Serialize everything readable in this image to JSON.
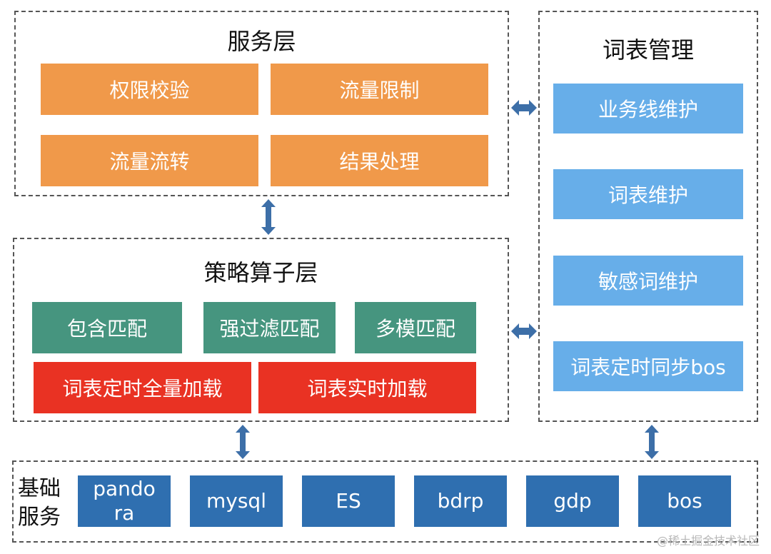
{
  "service_layer": {
    "title": "服务层",
    "items": [
      "权限校验",
      "流量限制",
      "流量流转",
      "结果处理"
    ]
  },
  "strategy_layer": {
    "title": "策略算子层",
    "match_items": [
      "包含匹配",
      "强过滤匹配",
      "多模匹配"
    ],
    "load_items": [
      "词表定时全量加载",
      "词表实时加载"
    ]
  },
  "vocab_mgmt": {
    "title": "词表管理",
    "items": [
      "业务线维护",
      "词表维护",
      "敏感词维护",
      "词表定时同步bos"
    ]
  },
  "basic_services": {
    "label_line1": "基础",
    "label_line2": "服务",
    "items": [
      "pando\nra",
      "mysql",
      "ES",
      "bdrp",
      "gdp",
      "bos"
    ]
  },
  "watermark": "@稀土掘金技术社区",
  "colors": {
    "service_box": "#f0994a",
    "match_box": "#46957f",
    "load_box": "#e93223",
    "vocab_box": "#67aee9",
    "basic_box": "#2f6fb0",
    "arrow": "#3d6fa8"
  }
}
